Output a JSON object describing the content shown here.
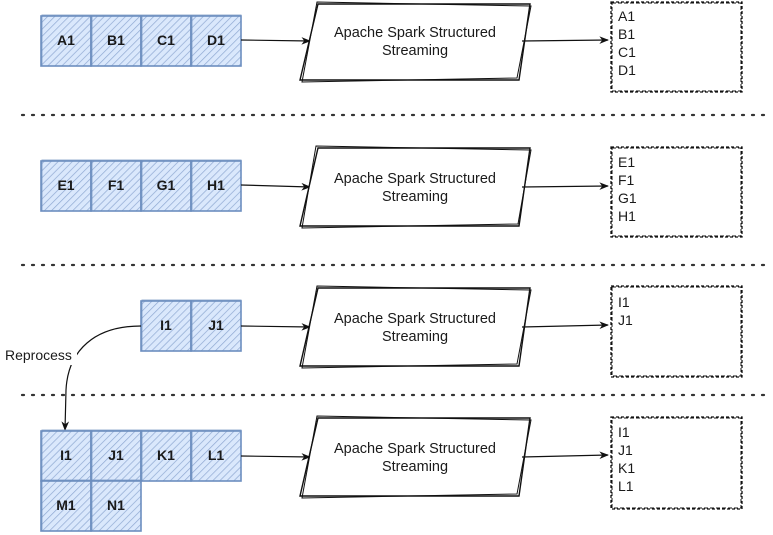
{
  "rows": [
    {
      "cells": [
        "A1",
        "B1",
        "C1",
        "D1"
      ],
      "processor": [
        "Apache Spark Structured",
        "Streaming"
      ],
      "outputs": [
        "A1",
        "B1",
        "C1",
        "D1"
      ]
    },
    {
      "cells": [
        "E1",
        "F1",
        "G1",
        "H1"
      ],
      "processor": [
        "Apache Spark Structured",
        "Streaming"
      ],
      "outputs": [
        "E1",
        "F1",
        "G1",
        "H1"
      ]
    },
    {
      "cells": [
        "I1",
        "J1"
      ],
      "processor": [
        "Apache Spark Structured",
        "Streaming"
      ],
      "outputs": [
        "I1",
        "J1"
      ]
    },
    {
      "cells": [
        "I1",
        "J1",
        "K1",
        "L1"
      ],
      "extra_cells": [
        "M1",
        "N1"
      ],
      "processor": [
        "Apache Spark Structured",
        "Streaming"
      ],
      "outputs": [
        "I1",
        "J1",
        "K1",
        "L1"
      ]
    }
  ],
  "reprocess_label": "Reprocess",
  "colors": {
    "cell_fill": "#dae8fc",
    "cell_stroke": "#6c8ebf",
    "line": "#111111"
  }
}
